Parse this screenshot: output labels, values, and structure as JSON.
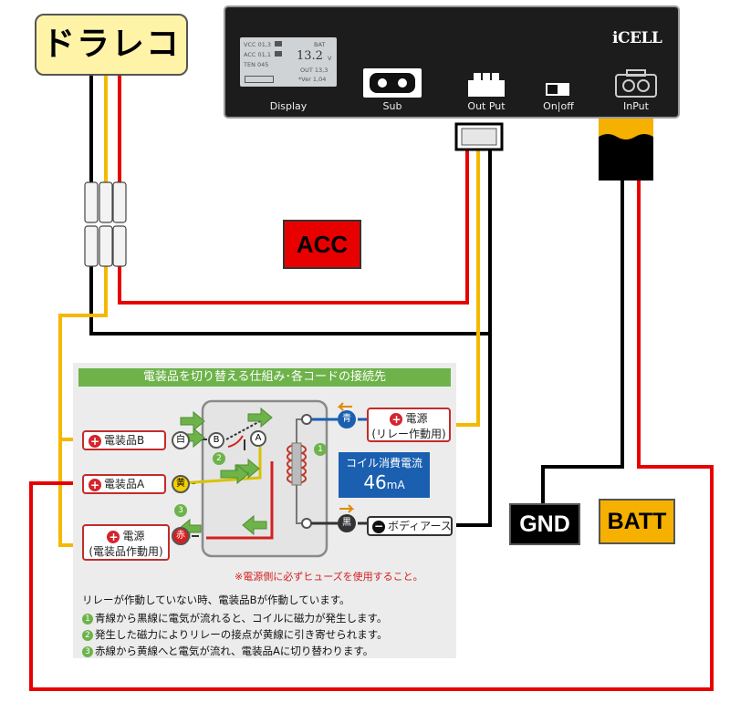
{
  "labels": {
    "drareco": "ドラレコ",
    "acc": "ACC",
    "gnd": "GND",
    "batt": "BATT"
  },
  "device": {
    "brand": "iCELL",
    "ports": [
      "Display",
      "Sub",
      "Out Put",
      "On|off",
      "InPut"
    ],
    "lcd": {
      "vcc": "VCC 01,3",
      "acc": "ACC 01,1",
      "ten": "TEN 045",
      "bat": "BAT",
      "voltage": "13.2",
      "unit": "V",
      "out": "OUT 13,3",
      "ver": "*Ver 1,04"
    }
  },
  "inset": {
    "title": "電装品を切り替える仕組み･各コードの接続先",
    "tag_b": "電装品B",
    "tag_a": "電装品A",
    "tag_src_line1": "電源",
    "tag_src_line2": "(電装品作動用)",
    "tag_relay_line1": "電源",
    "tag_relay_line2": "(リレー作動用)",
    "tag_body": "ボディアース",
    "node_white": "白",
    "node_yellow": "黄",
    "node_red": "赤",
    "node_blue": "青",
    "node_black": "黒",
    "contact_b": "B",
    "contact_a": "A",
    "step1": "1",
    "step2": "2",
    "step3": "3",
    "coil_title": "コイル消費電流",
    "coil_value": "46",
    "coil_unit": "mA",
    "fuse_note": "※電源側に必ずヒューズを使用すること。",
    "desc": "リレーが作動していない時、電装品Bが作動しています。",
    "steps": [
      "青線から黒線に電気が流れると、コイルに磁力が発生します。",
      "発生した磁力によりリレーの接点が黄線に引き寄せられます。",
      "赤線から黄線へと電気が流れ、電装品Aに切り替わります。"
    ]
  },
  "colors": {
    "red": "#e80000",
    "yellow": "#f5b800",
    "black": "#000000",
    "green": "#6db34a",
    "blue": "#1a5fb0"
  }
}
